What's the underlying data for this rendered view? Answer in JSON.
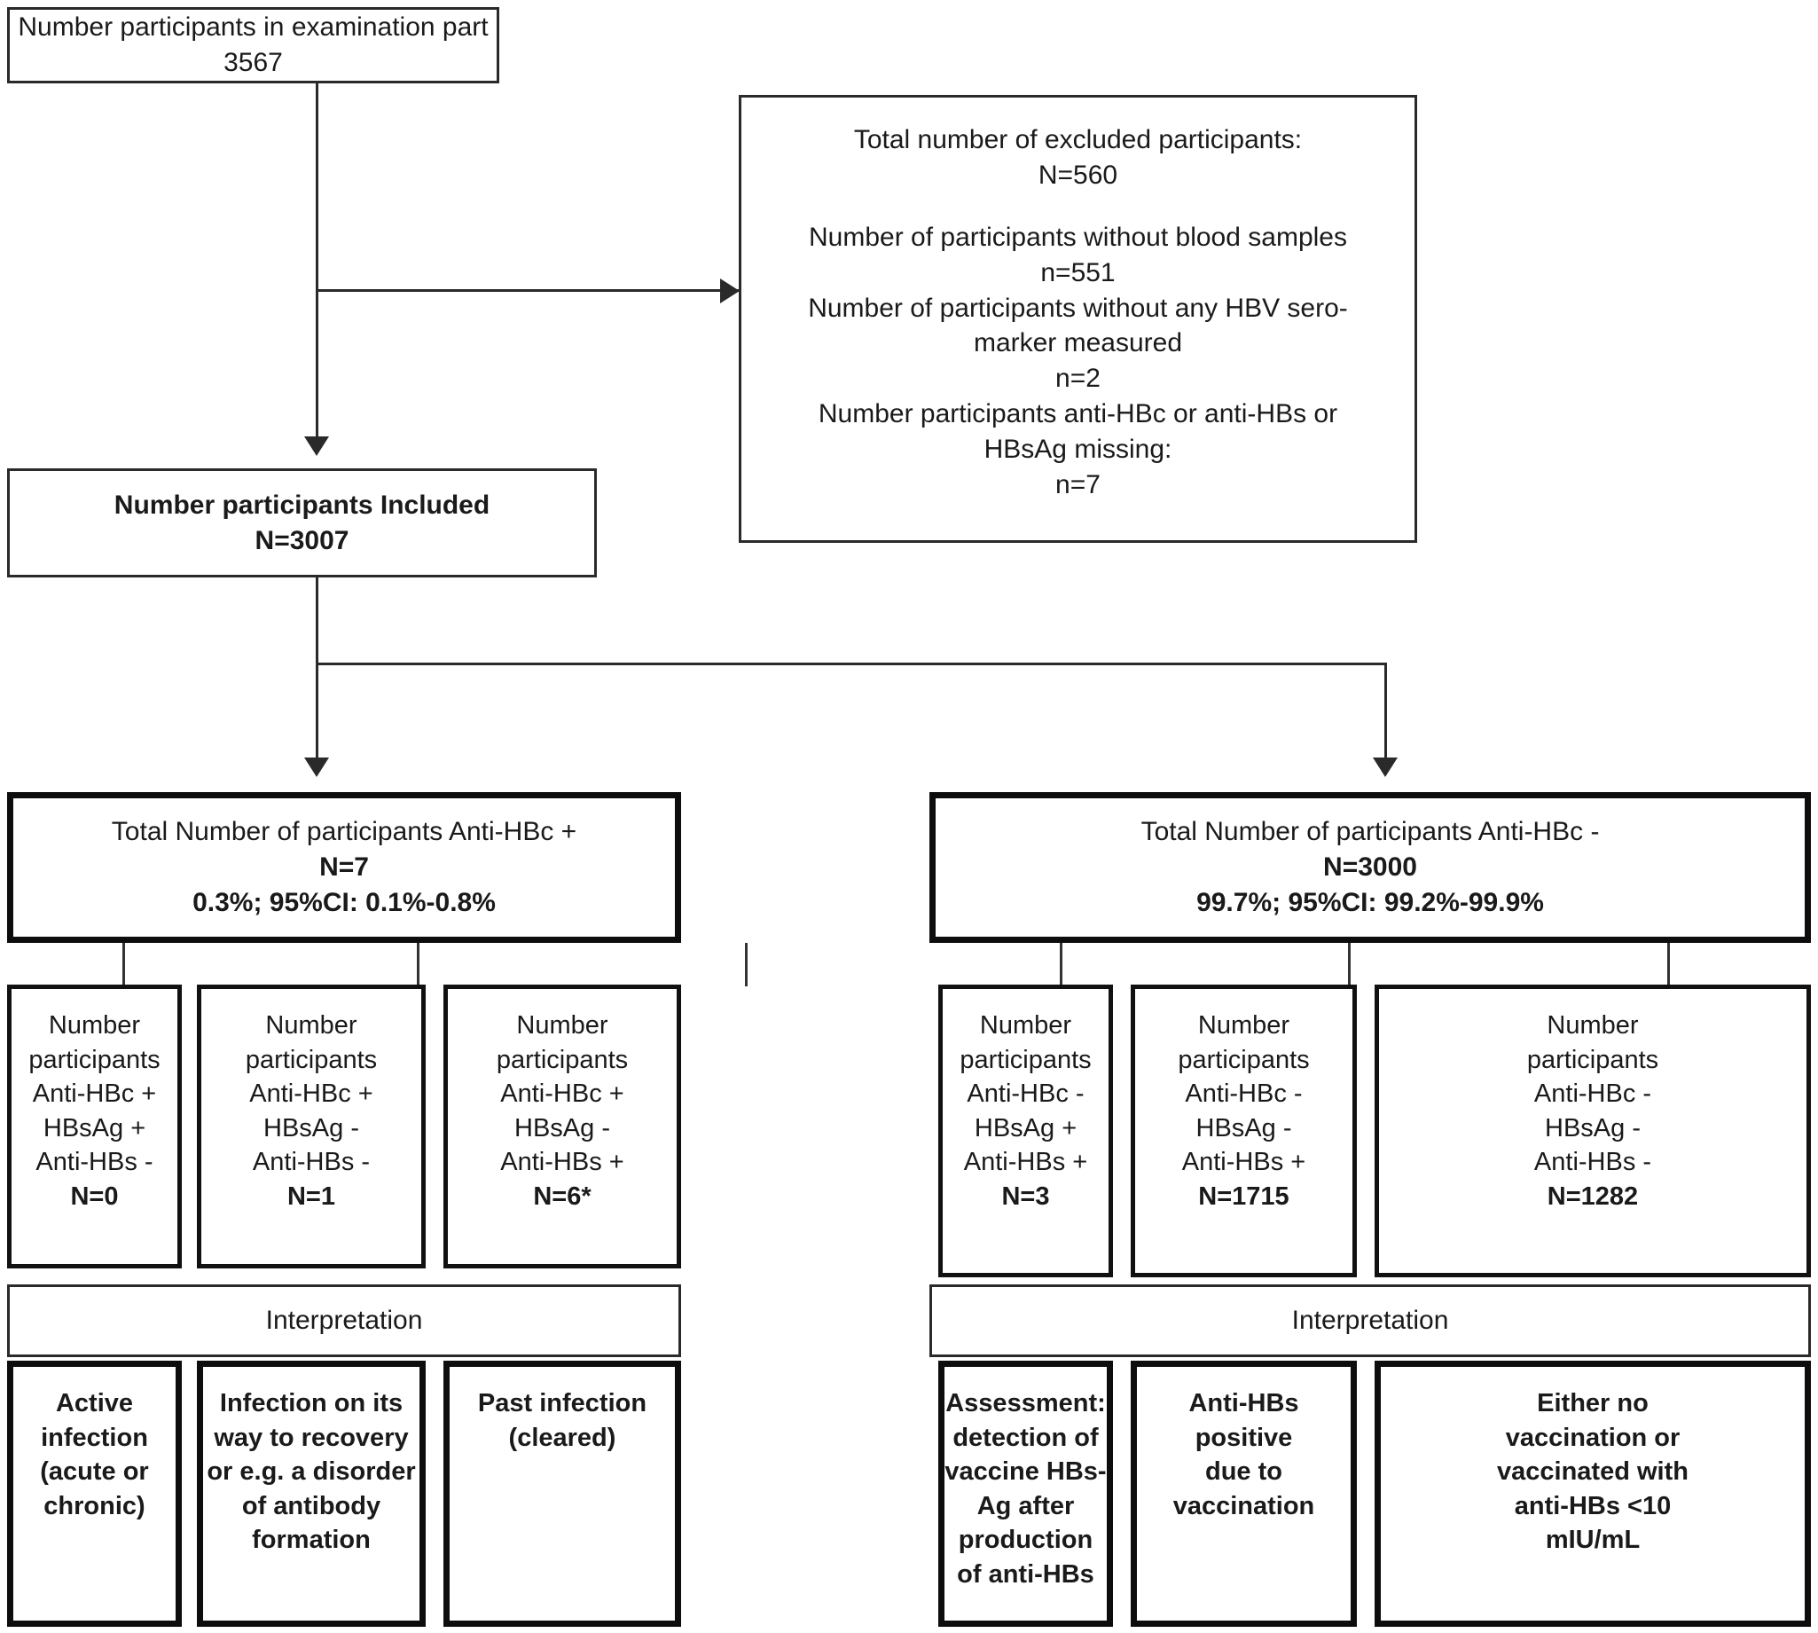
{
  "diagram": {
    "title": "HBV serology participant flow chart",
    "top": {
      "line1": "Number participants in examination part",
      "line2": "3567"
    },
    "excluded": {
      "line1": "Total number of excluded participants:",
      "line2": "N=560",
      "line3": "Number of participants without blood samples",
      "line4": "n=551",
      "line5": "Number of participants without any HBV sero-",
      "line6": "marker measured",
      "line7": "n=2",
      "line8": "Number participants anti-HBc or anti-HBs or",
      "line9": "HBsAg missing:",
      "line10": "n=7"
    },
    "included": {
      "line1": "Number participants Included",
      "line2": "N=3007"
    },
    "branches": [
      {
        "header": {
          "line1": "Total Number of participants Anti-HBc +",
          "line2": "N=7",
          "line3": "0.3%; 95%CI:  0.1%-0.8%"
        },
        "interpretation_label": "Interpretation",
        "cells": [
          {
            "l1": "Number",
            "l2": "participants",
            "l3": "Anti-HBc +",
            "l4": "HBsAg +",
            "l5": "Anti-HBs -",
            "n": "N=0",
            "interpretation": [
              "Active",
              "infection",
              "(acute or",
              "chronic)"
            ]
          },
          {
            "l1": "Number",
            "l2": "participants",
            "l3": "Anti-HBc +",
            "l4": "HBsAg -",
            "l5": "Anti-HBs -",
            "n": "N=1",
            "interpretation": [
              "Infection on its",
              "way to recovery",
              "or e.g. a disorder",
              "of antibody",
              "formation"
            ]
          },
          {
            "l1": "Number",
            "l2": "participants",
            "l3": "Anti-HBc +",
            "l4": "HBsAg -",
            "l5": "Anti-HBs +",
            "n": "N=6*",
            "interpretation": [
              "Past infection",
              "(cleared)"
            ]
          }
        ]
      },
      {
        "header": {
          "line1": "Total Number of participants Anti-HBc -",
          "line2": "N=3000",
          "line3": "99.7%; 95%CI: 99.2%-99.9%"
        },
        "interpretation_label": "Interpretation",
        "cells": [
          {
            "l1": "Number",
            "l2": "participants",
            "l3": "Anti-HBc -",
            "l4": "HBsAg +",
            "l5": "Anti-HBs +",
            "n": "N=3",
            "interpretation": [
              "Assessment:",
              "detection of",
              "vaccine HBs-",
              "Ag after",
              "production",
              "of anti-HBs"
            ]
          },
          {
            "l1": "Number",
            "l2": "participants",
            "l3": "Anti-HBc -",
            "l4": "HBsAg -",
            "l5": "Anti-HBs +",
            "n": "N=1715",
            "interpretation": [
              "Anti-HBs positive",
              "due to",
              "vaccination"
            ]
          },
          {
            "l1": "Number",
            "l2": "participants",
            "l3": "Anti-HBc -",
            "l4": "HBsAg -",
            "l5": "Anti-HBs -",
            "n": "N=1282",
            "interpretation": [
              "Either no",
              "vaccination or",
              "vaccinated with",
              "anti-HBs <10",
              "mIU/mL"
            ]
          }
        ]
      }
    ],
    "colors": {
      "stroke": "#2a2a2a",
      "stroke_heavy": "#0d0d0d",
      "background": "#ffffff",
      "text": "#1a1a1a"
    }
  }
}
